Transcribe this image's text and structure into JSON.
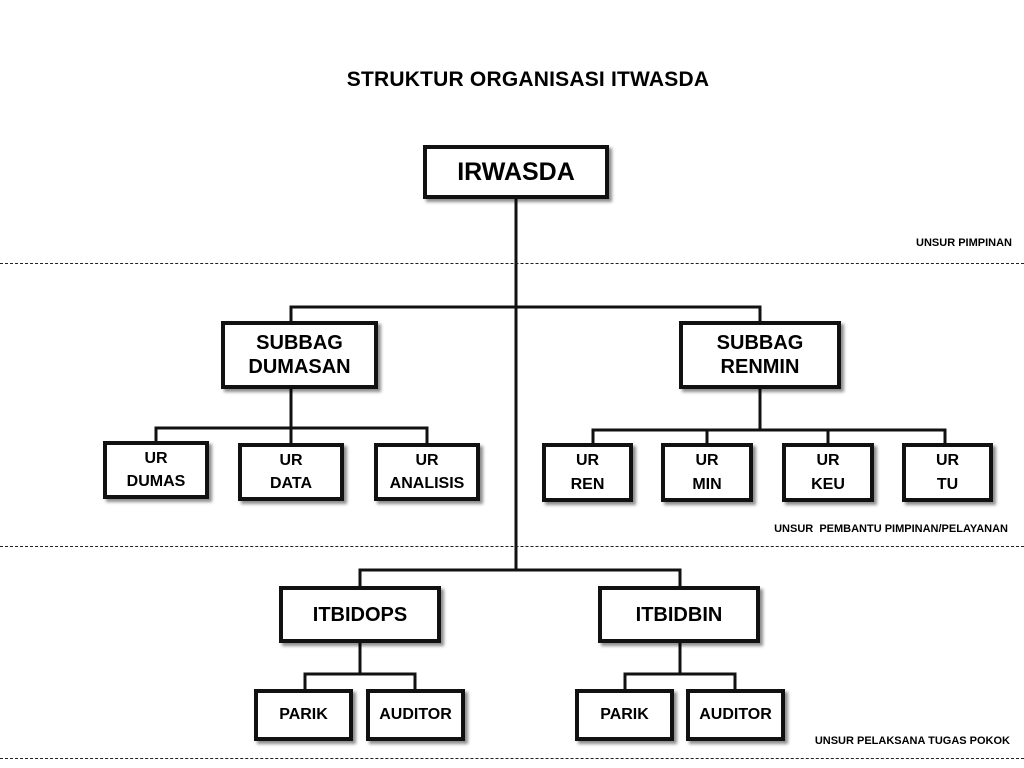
{
  "title": "STRUKTUR ORGANISASI ITWASDA",
  "top": {
    "label": "IRWASDA"
  },
  "zones": {
    "pimpinan": "UNSUR PIMPINAN",
    "pembantu": "UNSUR  PEMBANTU PIMPINAN/PELAYANAN",
    "pelaksana": "UNSUR PELAKSANA TUGAS POKOK"
  },
  "subbag_dumasan": {
    "line1": "SUBBAG",
    "line2": "DUMASAN"
  },
  "subbag_renmin": {
    "line1": "SUBBAG",
    "line2": "RENMIN"
  },
  "ur_dumasan": [
    {
      "line1": "UR",
      "line2": "DUMAS"
    },
    {
      "line1": "UR",
      "line2": "DATA"
    },
    {
      "line1": "UR",
      "line2": "ANALISIS"
    }
  ],
  "ur_renmin": [
    {
      "line1": "UR",
      "line2": "REN"
    },
    {
      "line1": "UR",
      "line2": "MIN"
    },
    {
      "line1": "UR",
      "line2": "KEU"
    },
    {
      "line1": "UR",
      "line2": "TU"
    }
  ],
  "itbidops": {
    "label": "ITBIDOPS",
    "children": [
      "PARIK",
      "AUDITOR"
    ]
  },
  "itbidbin": {
    "label": "ITBIDBIN",
    "children": [
      "PARIK",
      "AUDITOR"
    ]
  }
}
